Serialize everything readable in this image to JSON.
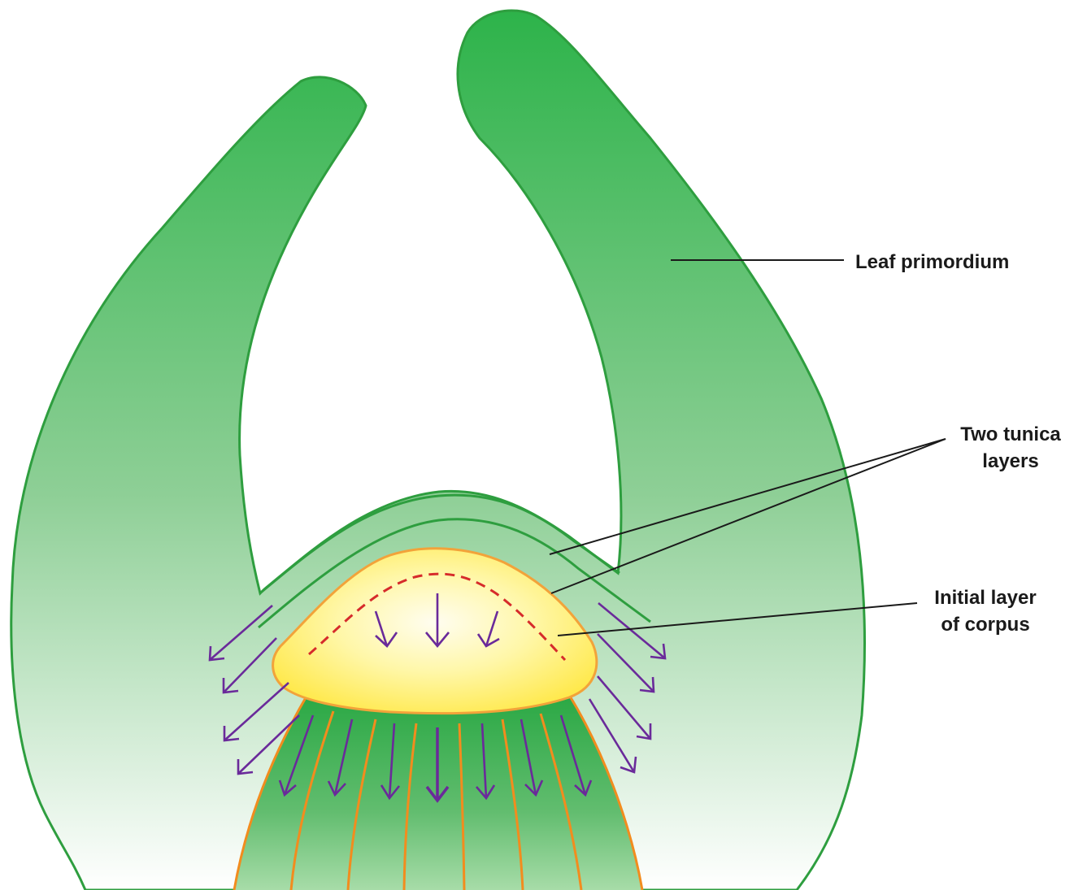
{
  "labels": {
    "leaf_primordium": "Leaf primordium",
    "tunica_line1": "Two tunica",
    "tunica_line2": "layers",
    "corpus_line1": "Initial layer",
    "corpus_line2": "of corpus"
  },
  "colors": {
    "tissue_top": "#2db34a",
    "tissue_bottom": "#ffffff",
    "outline": "#2e9e3f",
    "corpus_fill_center": "#fffce8",
    "corpus_fill_edge": "#ffe94d",
    "corpus_outline": "#f2a33a",
    "division_dash": "#d62b2b",
    "arrow": "#6a2a9a",
    "vascular_line": "#f28c1e",
    "leader_line": "#1a1a1a"
  }
}
